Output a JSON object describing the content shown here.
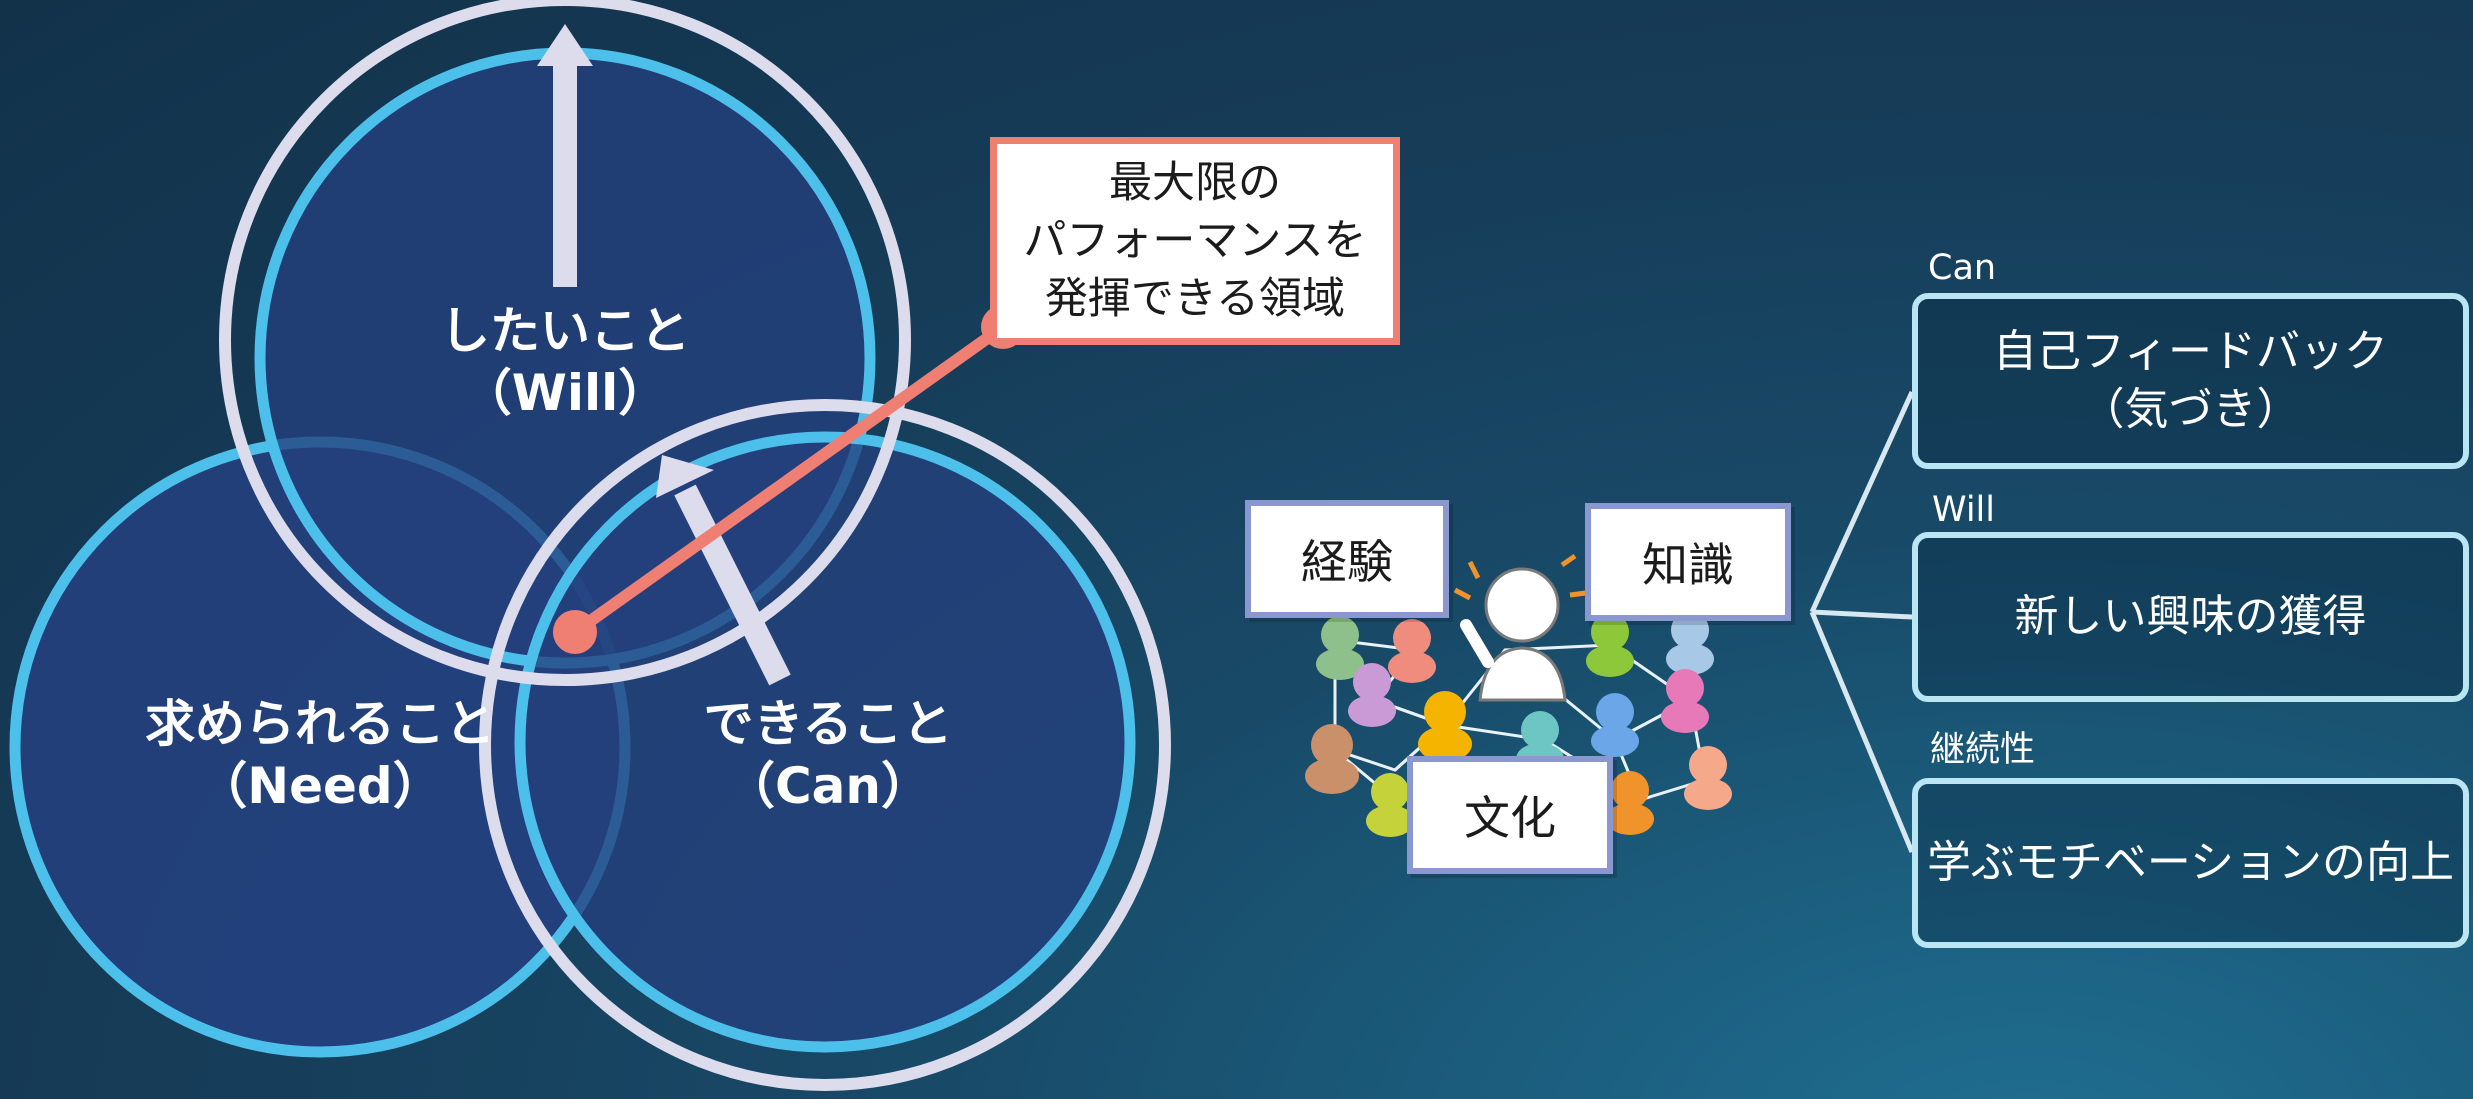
{
  "venn": {
    "will_label": "したいこと\n（Will）",
    "need_label": "求められること\n（Need）",
    "can_label": "できること\n（Can）"
  },
  "callout": {
    "text": "最大限の\nパフォーマンスを\n発揮できる領域"
  },
  "illustration": {
    "experience": "経験",
    "knowledge": "知識",
    "culture": "文化"
  },
  "items": [
    {
      "heading": "Can",
      "text": "自己フィードバック\n（気づき）"
    },
    {
      "heading": "Will",
      "text": "新しい興味の獲得"
    },
    {
      "heading": "継続性",
      "text": "学ぶモチベーションの向上"
    }
  ],
  "colors": {
    "circle_fill": "#24407e",
    "cyan_ring": "#4cc0ea",
    "white_ring": "#dcdcec",
    "callout_border": "#ef7e73",
    "tag_border": "#8b97cf",
    "item_border": "#b9e6f2"
  }
}
